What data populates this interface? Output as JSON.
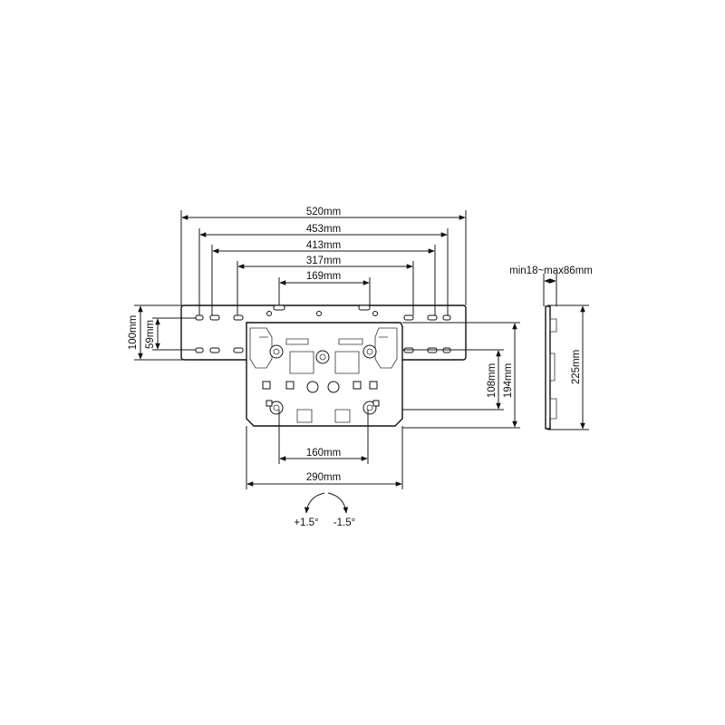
{
  "dimensions": {
    "width_520": "520mm",
    "width_453": "453mm",
    "width_413": "413mm",
    "width_317": "317mm",
    "width_169": "169mm",
    "height_100": "100mm",
    "height_59": "59mm",
    "height_108": "108mm",
    "height_194": "194mm",
    "width_160": "160mm",
    "width_290": "290mm",
    "height_225": "225mm",
    "depth_range": "min18~max86mm"
  },
  "tilt": {
    "plus": "+1.5°",
    "minus": "-1.5°"
  },
  "colors": {
    "line": "#111111",
    "background": "#ffffff"
  }
}
